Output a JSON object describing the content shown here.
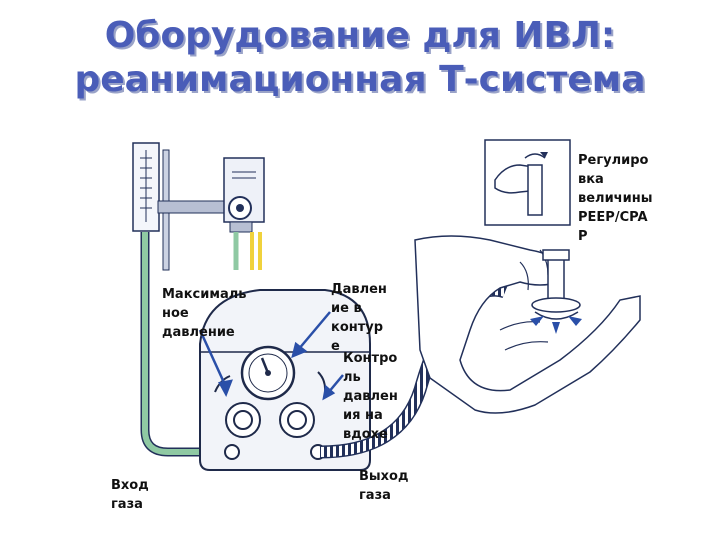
{
  "title": {
    "line1": "Оборудование для ИВЛ:",
    "line2": "реанимационная Т-система"
  },
  "labels": {
    "peep": "Регулиро\nвка\nвеличины\nPEEP/CPA\nP",
    "max_pressure": "Максималь\nное\nдавление",
    "circuit_pressure": "Давлен\nие в\nконтур\nе",
    "insp_pressure": "Контро\nль\nдавлен\nия на\nвдохе",
    "gas_in": "Вход\nгаза",
    "gas_out": "Выход\nгаза"
  },
  "colors": {
    "title": "#4a5db8",
    "title_shadow": "#9aa3c8",
    "tube_green": "#8fc9a3",
    "tube_yellow": "#f0d23c",
    "arrow_blue": "#2a4fa8",
    "device_outline": "#1f2a4a"
  }
}
